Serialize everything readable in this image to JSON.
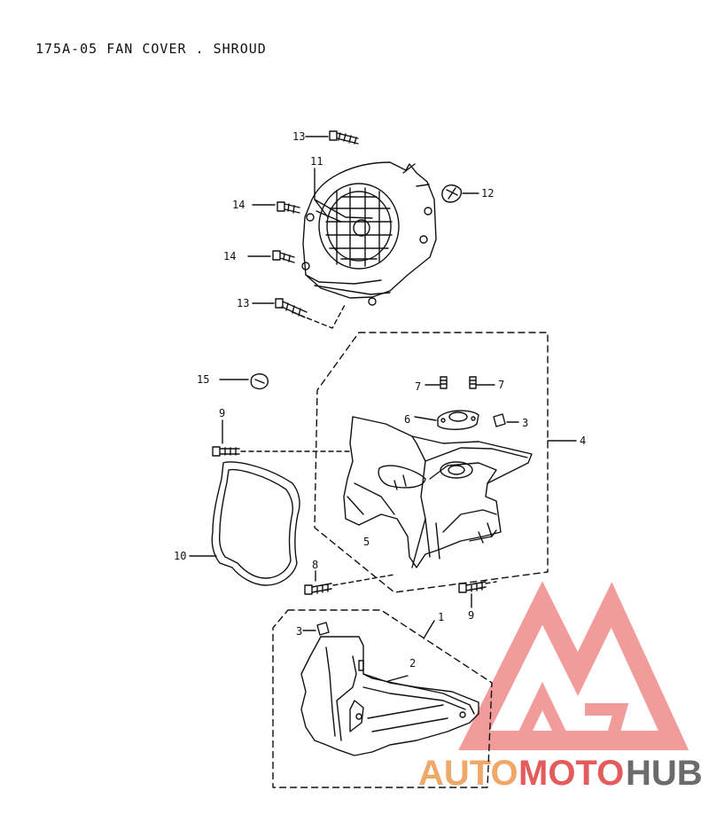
{
  "title": "175A-05 FAN COVER . SHROUD",
  "callouts": {
    "c1": "1",
    "c2": "2",
    "c3a": "3",
    "c3b": "3",
    "c4": "4",
    "c5": "5",
    "c6": "6",
    "c7a": "7",
    "c7b": "7",
    "c8": "8",
    "c9a": "9",
    "c9b": "9",
    "c10": "10",
    "c11": "11",
    "c12": "12",
    "c13a": "13",
    "c13b": "13",
    "c14a": "14",
    "c14b": "14",
    "c15": "15"
  },
  "watermark": {
    "part1": "AUTO",
    "part2": "MOTO",
    "part3": "HUB",
    "colors": {
      "orange": "#f0a868",
      "red": "#e35b5b",
      "gray": "#6b6b6b"
    }
  }
}
